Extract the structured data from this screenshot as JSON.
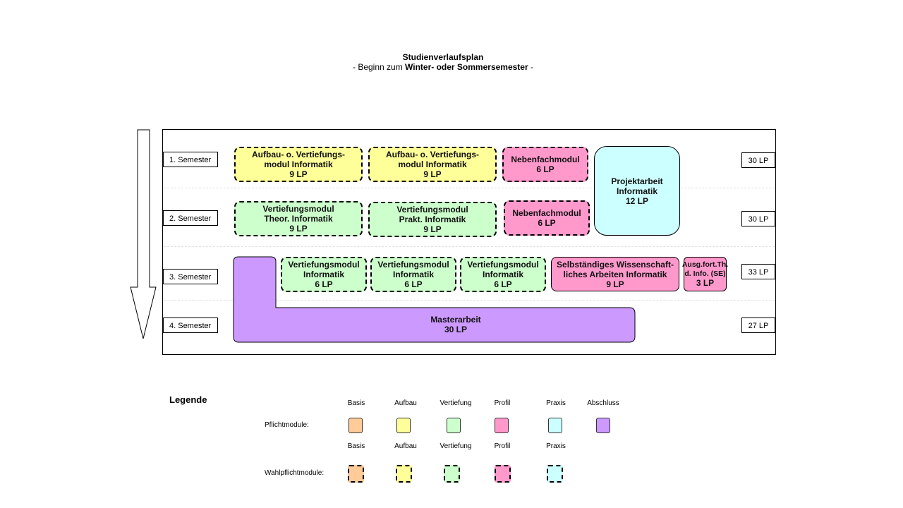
{
  "header": {
    "title": "Studienverlaufsplan",
    "subtitle_pre": "- Beginn zum ",
    "subtitle_bold": "Winter- oder Sommersemester",
    "subtitle_post": " -"
  },
  "semesters": [
    {
      "label": "1. Semester",
      "lp": "30 LP"
    },
    {
      "label": "2. Semester",
      "lp": "30 LP"
    },
    {
      "label": "3. Semester",
      "lp": "33 LP"
    },
    {
      "label": "4. Semester",
      "lp": "27 LP"
    }
  ],
  "modules": {
    "s1_aufbau_1": {
      "line1": "Aufbau- o. Vertiefungs-",
      "line2": "modul Informatik",
      "lp": "9 LP"
    },
    "s1_aufbau_2": {
      "line1": "Aufbau- o. Vertiefungs-",
      "line2": "modul Informatik",
      "lp": "9 LP"
    },
    "s1_nebenfach": {
      "line1": "Nebenfachmodul",
      "lp": "6 LP"
    },
    "projektarbeit": {
      "line1": "Projektarbeit",
      "line2": "Informatik",
      "lp": "12 LP"
    },
    "s2_vert_theor": {
      "line1": "Vertiefungsmodul",
      "line2": "Theor. Informatik",
      "lp": "9 LP"
    },
    "s2_vert_prakt": {
      "line1": "Vertiefungsmodul",
      "line2": "Prakt. Informatik",
      "lp": "9 LP"
    },
    "s2_nebenfach": {
      "line1": "Nebenfachmodul",
      "lp": "6 LP"
    },
    "s3_vert_1": {
      "line1": "Vertiefungsmodul",
      "line2": "Informatik",
      "lp": "6 LP"
    },
    "s3_vert_2": {
      "line1": "Vertiefungsmodul",
      "line2": "Informatik",
      "lp": "6 LP"
    },
    "s3_vert_3": {
      "line1": "Vertiefungsmodul",
      "line2": "Informatik",
      "lp": "6 LP"
    },
    "s3_selbst": {
      "line1": "Selbständiges Wissenschaft-",
      "line2": "liches Arbeiten Informatik",
      "lp": "9 LP"
    },
    "s3_ausg": {
      "line1": "Ausg.fort.Th.",
      "line2": "d. Info. (SE)",
      "lp": "3 LP"
    },
    "masterarbeit": {
      "line1": "Masterarbeit",
      "lp": "30 LP"
    }
  },
  "legend": {
    "title": "Legende",
    "row_pflicht": "Pflichtmodule:",
    "row_wahlpflicht": "Wahlpflichtmodule:",
    "cols_pflicht": [
      "Basis",
      "Aufbau",
      "Vertiefung",
      "Profil",
      "Praxis",
      "Abschluss"
    ],
    "cols_wahlpflicht": [
      "Basis",
      "Aufbau",
      "Vertiefung",
      "Profil",
      "Praxis"
    ]
  },
  "colors": {
    "basis": "#ffcc99",
    "aufbau": "#ffff99",
    "vertiefung": "#ccffcc",
    "profil": "#ff99cc",
    "praxis": "#ccffff",
    "abschluss": "#cc99ff"
  }
}
